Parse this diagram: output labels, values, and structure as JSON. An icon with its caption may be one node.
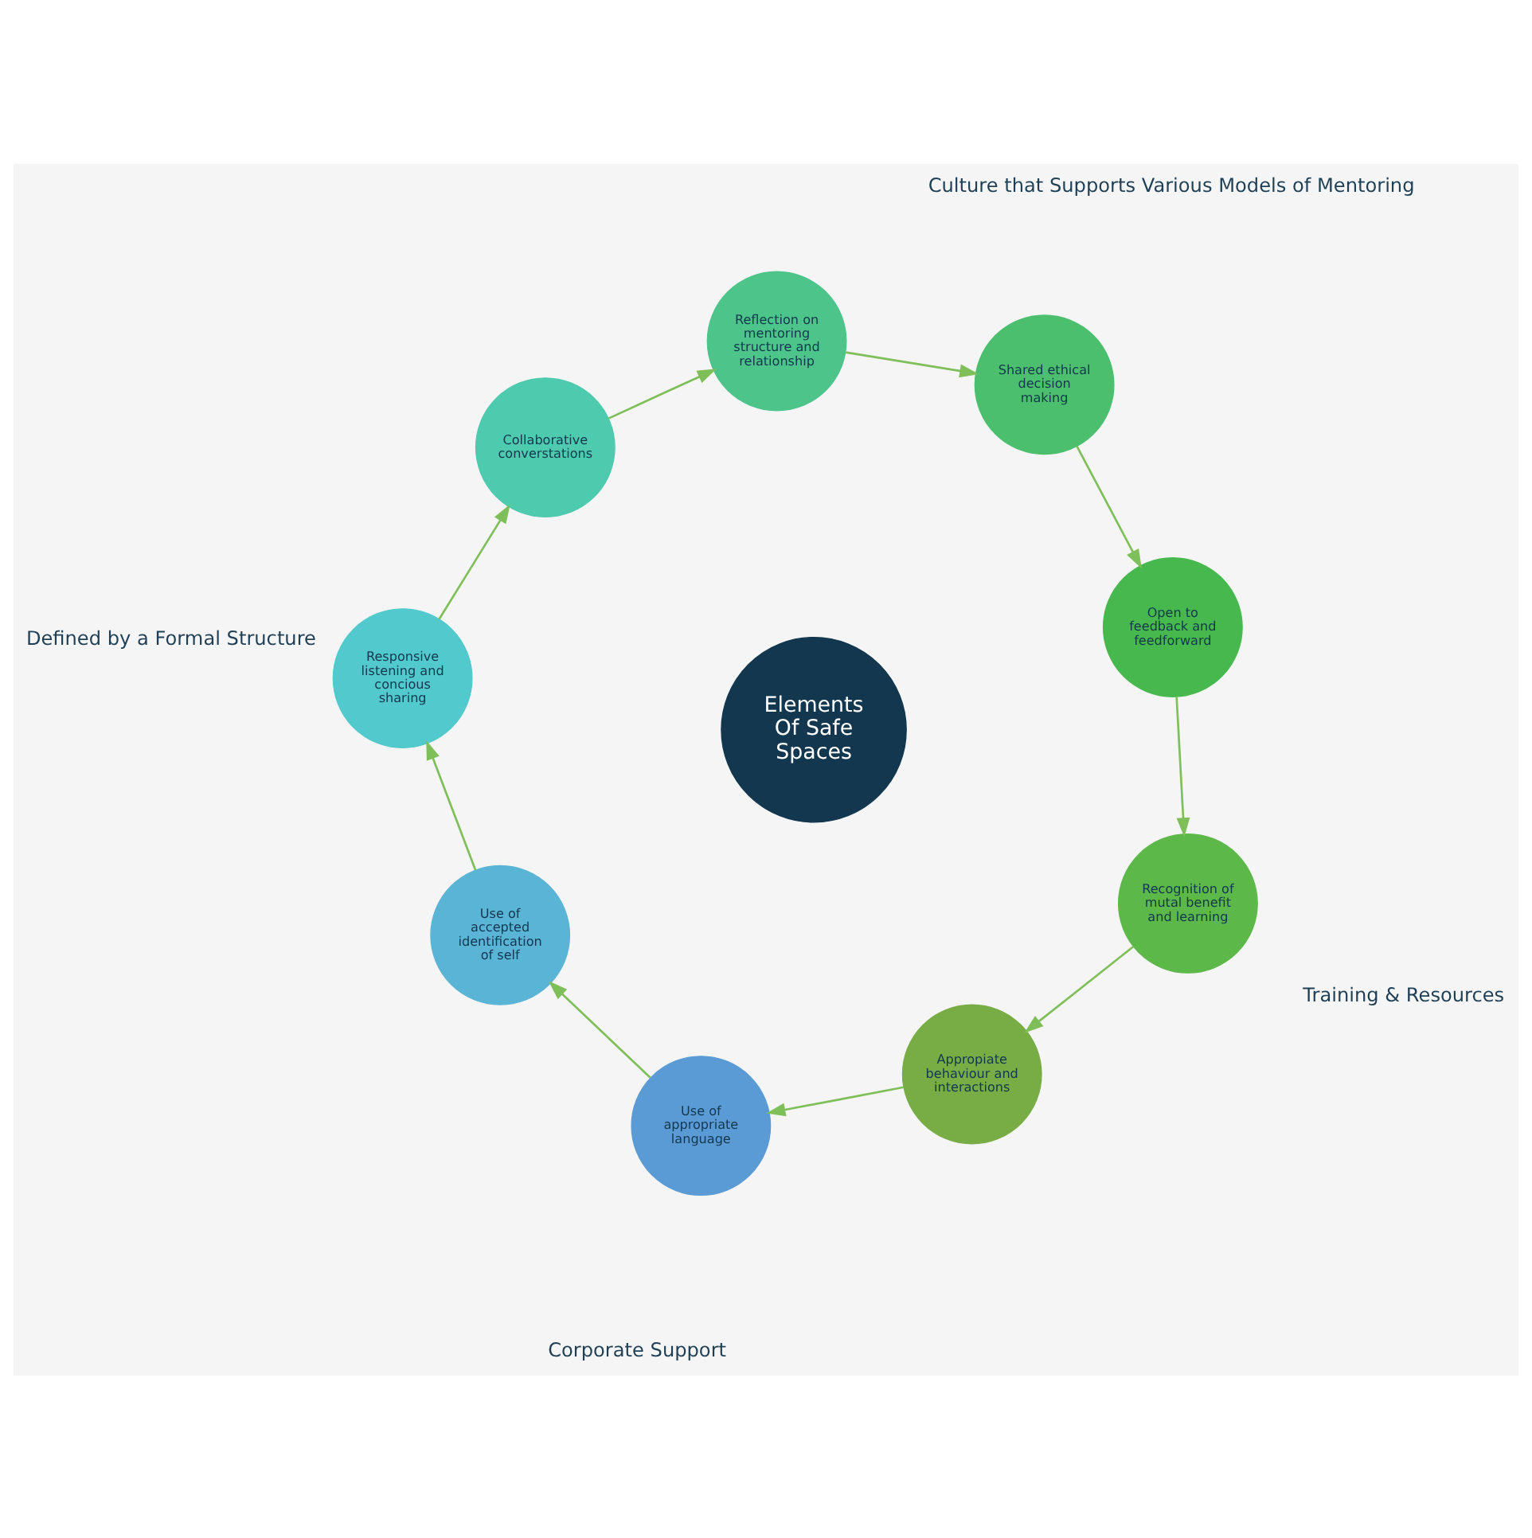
{
  "diagram": {
    "nodes": [
      {
        "text": [
          "Elements Of Safe Spaces"
        ]
      },
      {
        "text": [
          "Use of appropriate language"
        ]
      },
      {
        "text": [
          "Use of accepted identification of self"
        ]
      },
      {
        "text": [
          "Responsive listening and concious sharing"
        ]
      },
      {
        "text": [
          "Collaborative converstations"
        ]
      },
      {
        "text": [
          "Reflection on mentoring structure and relationship"
        ]
      },
      {
        "text": [
          "Shared ethical decision making"
        ]
      },
      {
        "text": [
          "Open to feedback and feedforward"
        ]
      },
      {
        "text": [
          "Recognition of mutal benefit and learning"
        ]
      },
      {
        "text": [
          "Appropiate behaviour and interactions"
        ]
      }
    ],
    "edges": [
      {
        "from": 1,
        "to": 2,
        "arrow": "to"
      },
      {
        "from": 2,
        "to": 3,
        "arrow": "to"
      },
      {
        "from": 3,
        "to": 4,
        "arrow": "to"
      },
      {
        "from": 4,
        "to": 5,
        "arrow": "to"
      },
      {
        "from": 5,
        "to": 6,
        "arrow": "to"
      },
      {
        "from": 6,
        "to": 7,
        "arrow": "to"
      },
      {
        "from": 7,
        "to": 8,
        "arrow": "to"
      },
      {
        "from": 8,
        "to": 9,
        "arrow": "to"
      },
      {
        "from": 9,
        "to": 1,
        "arrow": "to"
      }
    ],
    "labels": [
      "Corporate Support",
      "Defined by a Formal Structure",
      "Culture that Supports Various Models of Mentoring",
      "Training & Resources"
    ]
  }
}
